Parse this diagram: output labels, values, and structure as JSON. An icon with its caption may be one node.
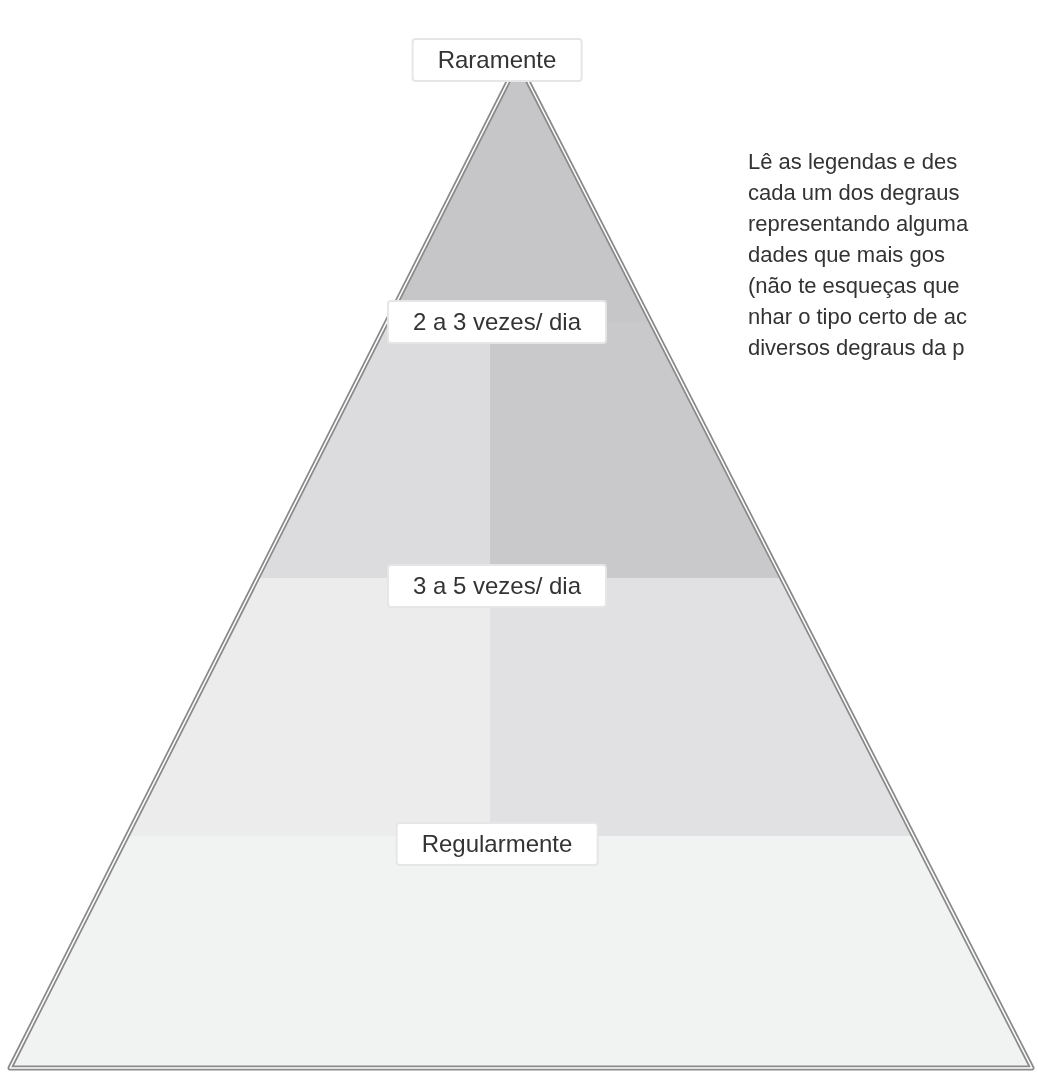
{
  "diagram": {
    "nodes": [
      {
        "text": [
          "Raramente"
        ]
      },
      {
        "text": [
          "2 a 3 vezes/ dia"
        ]
      },
      {
        "text": [
          "3 a 5 vezes/ dia"
        ]
      },
      {
        "text": [
          "Regularmente"
        ]
      }
    ],
    "labels": [
      "Lê as legendas e des",
      "cada um dos degraus",
      "representando alguma",
      "dades que mais gos",
      "(não te esqueças que",
      "nhar o tipo certo de ac",
      "diversos degraus da p"
    ]
  }
}
